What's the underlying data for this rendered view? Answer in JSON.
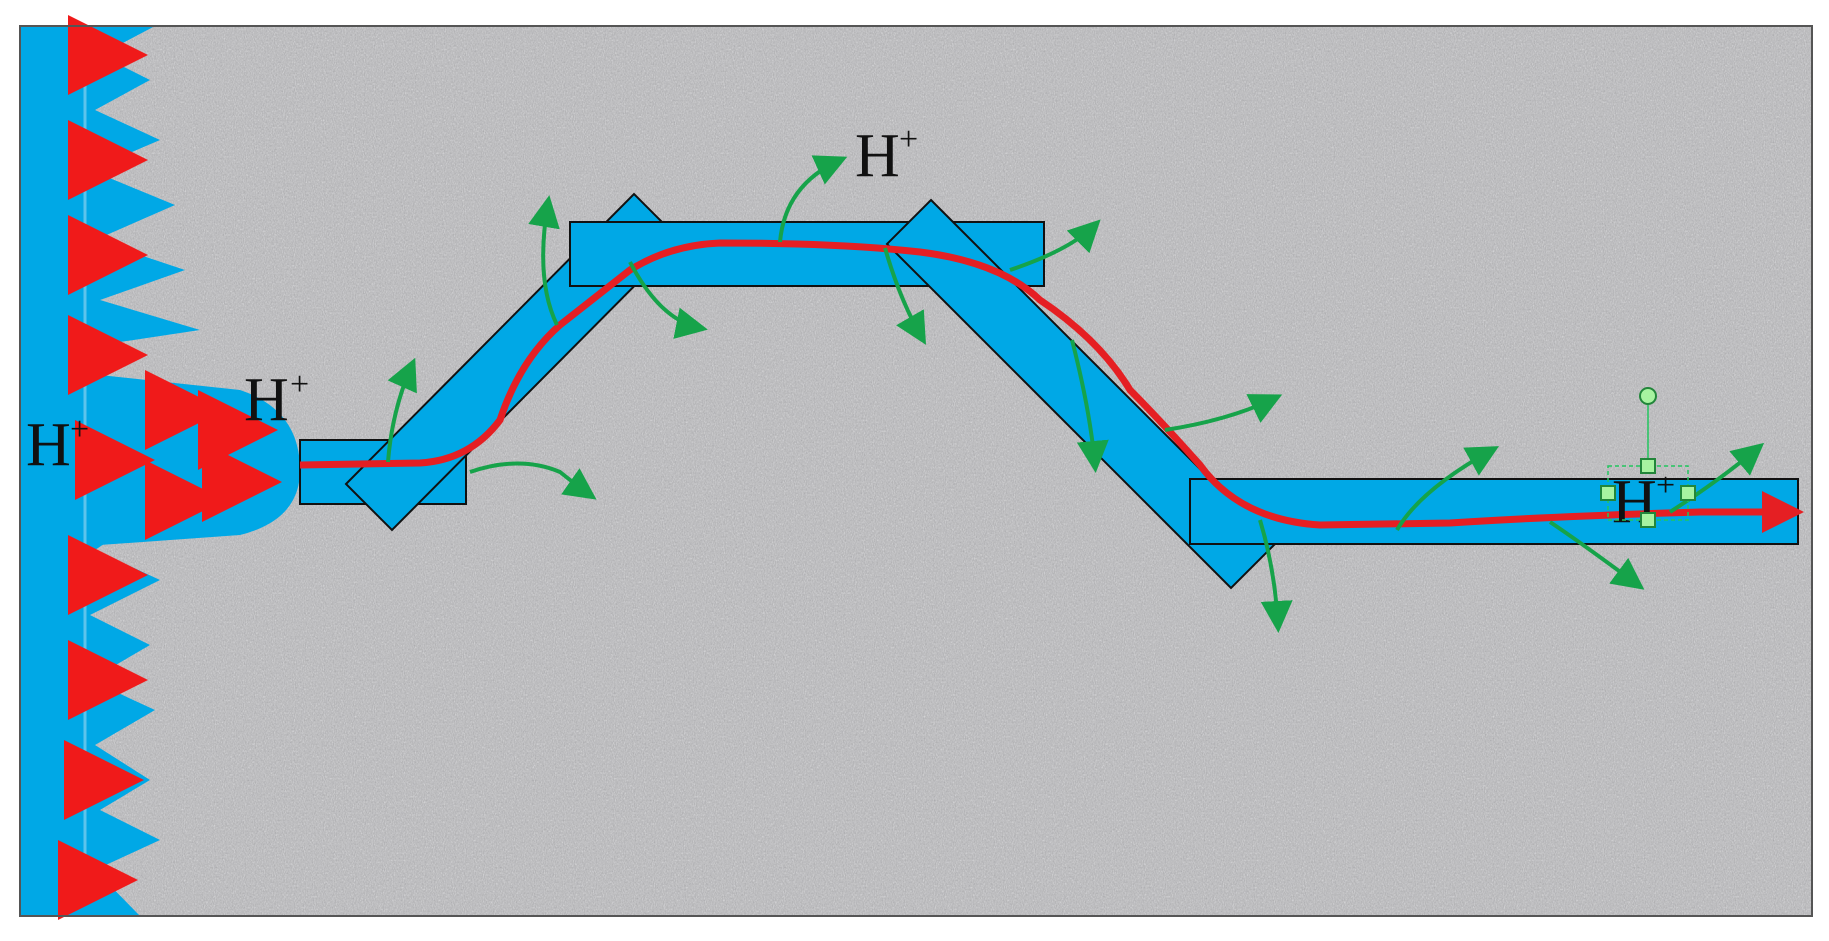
{
  "colors": {
    "background_texture": "#b4b4b6",
    "channel_fill": "#00a8e6",
    "channel_stroke": "#111111",
    "main_flow": "#e51f23",
    "inflow_arrows": "#f01a1a",
    "leakage_arrows": "#16a34a",
    "selection_handles": "#22c55e",
    "frame_border": "#555555"
  },
  "labels": {
    "ion_left": "H",
    "ion_left_charge": "+",
    "ion_entrance": "H",
    "ion_entrance_charge": "+",
    "ion_top": "H",
    "ion_top_charge": "+",
    "ion_right": "H",
    "ion_right_charge": "+"
  },
  "icons": {
    "inflow": "red-arrow-icon",
    "leak": "green-curved-arrow-icon",
    "selection": "selection-handle-icon"
  }
}
